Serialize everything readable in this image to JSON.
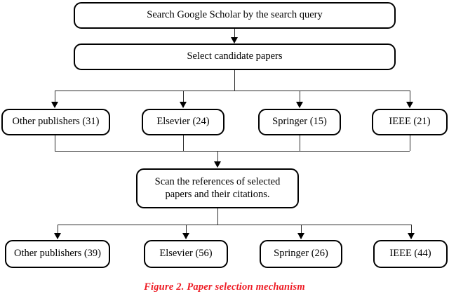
{
  "figure": {
    "caption": "Figure 2. Paper selection mechanism",
    "caption_color": "#ee1c25",
    "background_color": "#ffffff",
    "line_color": "#2b2b2b",
    "border_color": "#000000",
    "text_color": "#000000"
  },
  "nodes": {
    "search": {
      "label": "Search Google Scholar by the search query"
    },
    "select": {
      "label": "Select candidate papers"
    },
    "scan": {
      "label": "Scan the references of selected\npapers and their citations."
    }
  },
  "stage_one": {
    "items": [
      {
        "name": "Other publishers",
        "count": 31,
        "label": "Other publishers (31)"
      },
      {
        "name": "Elsevier",
        "count": 24,
        "label": "Elsevier (24)"
      },
      {
        "name": "Springer",
        "count": 15,
        "label": "Springer (15)"
      },
      {
        "name": "IEEE",
        "count": 21,
        "label": "IEEE (21)"
      }
    ]
  },
  "stage_two": {
    "items": [
      {
        "name": "Other publishers",
        "count": 39,
        "label": "Other publishers (39)"
      },
      {
        "name": "Elsevier",
        "count": 56,
        "label": "Elsevier (56)"
      },
      {
        "name": "Springer",
        "count": 26,
        "label": "Springer (26)"
      },
      {
        "name": "IEEE",
        "count": 44,
        "label": "IEEE (44)"
      }
    ]
  }
}
